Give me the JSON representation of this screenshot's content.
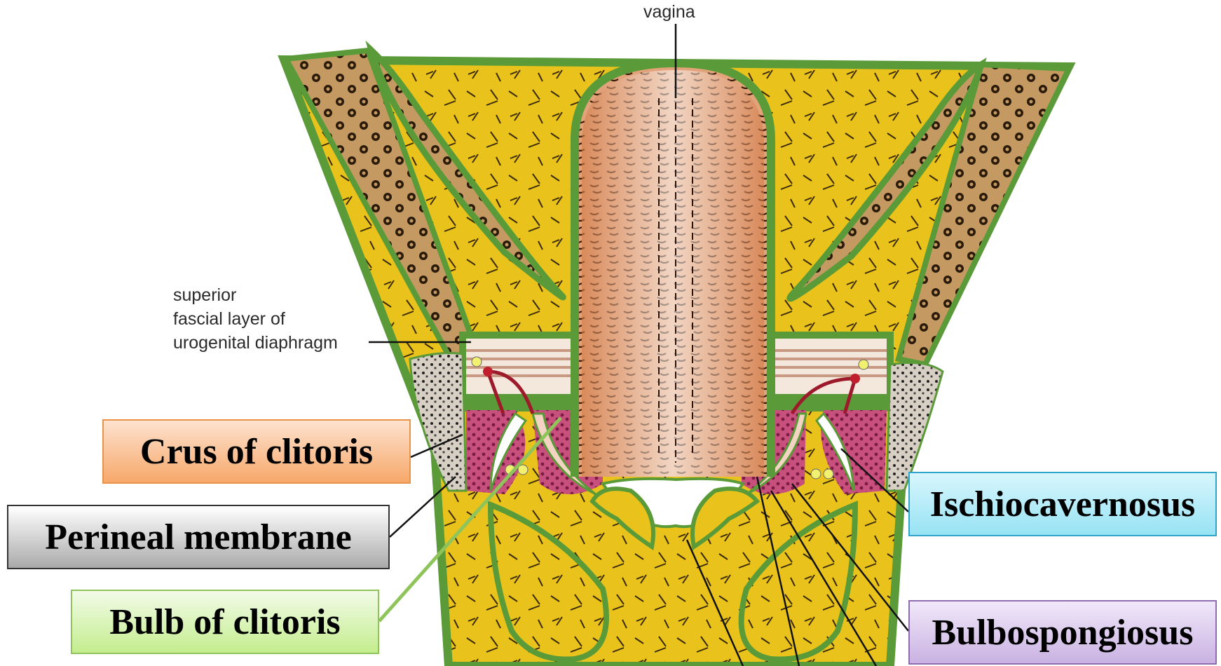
{
  "diagram": {
    "top_label": "vagina",
    "side_label_lines": [
      "superior",
      "fascial layer of",
      "urogenital diaphragm"
    ]
  },
  "labels": {
    "crus": "Crus of clitoris",
    "perineal": "Perineal membrane",
    "bulb": "Bulb of clitoris",
    "ischio": "Ischiocavernosus",
    "bulbo": "Bulbospongiosus"
  },
  "colors": {
    "fat": "#e9c31c",
    "fascia": "#5a9a38",
    "bone": "#b58a52",
    "vagina": "#d48a58",
    "erectile": "#c8507c",
    "membrane": "#c89a84"
  }
}
